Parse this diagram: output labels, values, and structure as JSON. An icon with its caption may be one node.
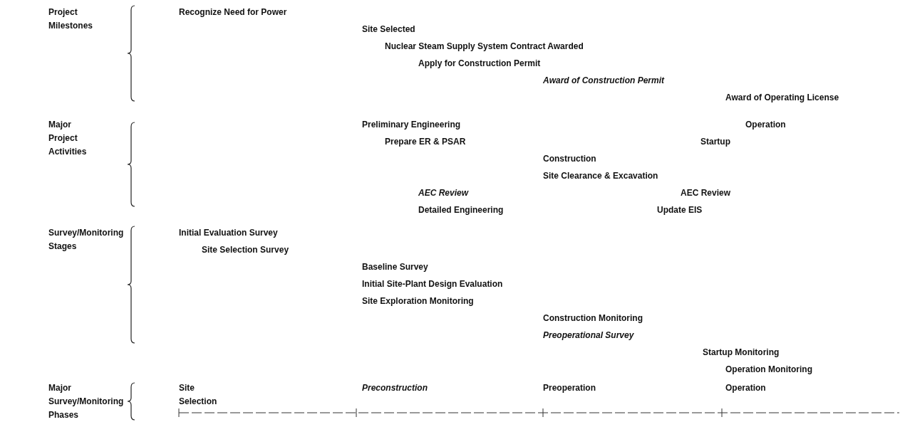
{
  "diagram": {
    "labels": [
      "Project Milestones",
      "Recognize Need for Power",
      "Site Selected",
      "Nuclear Steam Supply System Contract Awarded",
      "Apply for Construction Permit",
      "Award of Construction Permit",
      "Award of Operating License",
      "Major Project Activities",
      "Preliminary Engineering",
      "Operation",
      "Prepare ER & PSAR",
      "Startup",
      "Construction",
      "Site Clearance & Excavation",
      "AEC Review",
      "AEC Review",
      "Detailed Engineering",
      "Update EIS",
      "Survey/Monitoring Stages",
      "Initial Evaluation Survey",
      "Site Selection Survey",
      "Baseline Survey",
      "Initial Site-Plant Design Evaluation",
      "Site Exploration Monitoring",
      "Construction Monitoring",
      "Preoperational Survey",
      "Startup Monitoring",
      "Operation Monitoring",
      "Major Survey/Monitoring Phases",
      "Site Selection",
      "Preconstruction",
      "Preoperation",
      "Operation"
    ]
  }
}
